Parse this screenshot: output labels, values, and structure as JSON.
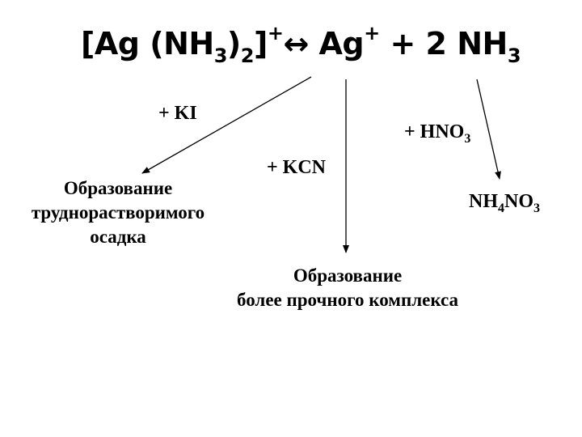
{
  "equation": {
    "complex_open": "[Ag (NH",
    "sub_3a": "3",
    "paren_close": ")",
    "sub_2": "2",
    "bracket_close": "]",
    "sup_plus_a": "+",
    "arrow": "↔",
    "ag": " Ag",
    "sup_plus_b": "+",
    "plus_term": " + 2 NH",
    "sub_3b": "3"
  },
  "branches": {
    "ki": {
      "reagent": "+ KI",
      "result_line1": "Образование",
      "result_line2": "труднорастворимого",
      "result_line3": "осадка"
    },
    "kcn": {
      "reagent": "+ KCN",
      "result_line1": "Образование",
      "result_line2": "более прочного комплекса"
    },
    "hno3": {
      "reagent_main": "+ HNO",
      "reagent_sub": "3",
      "product_a": "NH",
      "product_sub_a": "4",
      "product_b": "NO",
      "product_sub_b": "3"
    }
  }
}
